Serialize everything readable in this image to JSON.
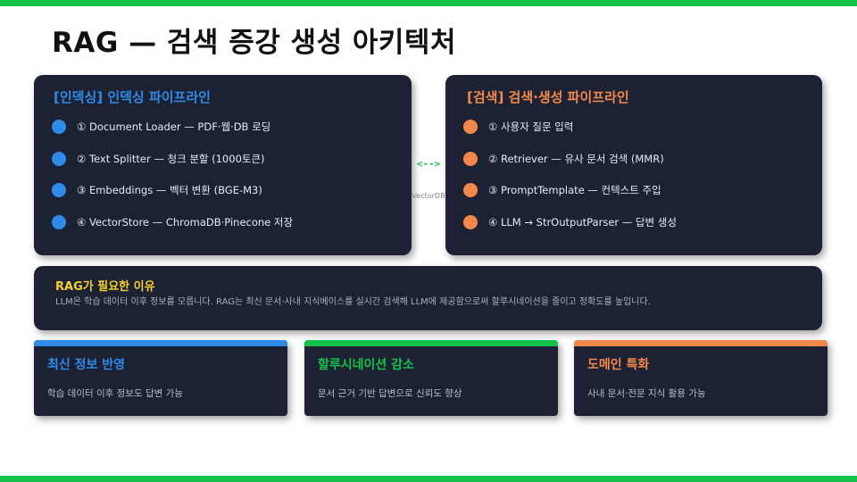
{
  "colors": {
    "green": "#14c14a",
    "blue": "#2f8ae8",
    "orange": "#f3884a",
    "yellow": "#f2d12e",
    "panel_bg": "#1c2233"
  },
  "title": "RAG — 검색 증강 생성 아키텍처",
  "indexing": {
    "title": "[인덱싱] 인덱싱 파이프라인",
    "steps": [
      "① Document Loader — PDF·웹·DB 로딩",
      "② Text Splitter — 청크 분할 (1000토큰)",
      "③ Embeddings — 벡터 변환 (BGE-M3)",
      "④ VectorStore — ChromaDB·Pinecone 저장"
    ]
  },
  "retrieval": {
    "title": "[검색] 검색·생성 파이프라인",
    "steps": [
      "① 사용자 질문 입력",
      "② Retriever — 유사 문서 검색 (MMR)",
      "③ PromptTemplate — 컨텍스트 주입",
      "④ LLM → StrOutputParser — 답변 생성"
    ]
  },
  "connector": {
    "arrow": "<-->",
    "label": "VectorDB"
  },
  "why": {
    "title": "RAG가 필요한 이유",
    "body": "LLM은 학습 데이터 이후 정보를 모릅니다. RAG는 최신 문서·사내 지식베이스를 실시간 검색해 LLM에 제공함으로써 할루시네이션을 줄이고 정확도를 높입니다."
  },
  "cards": [
    {
      "title": "최신 정보 반영",
      "desc": "학습 데이터 이후 정보도 답변 가능"
    },
    {
      "title": "할루시네이션 감소",
      "desc": "문서 근거 기반 답변으로 신뢰도 향상"
    },
    {
      "title": "도메인 특화",
      "desc": "사내 문서·전문 지식 활용 가능"
    }
  ]
}
